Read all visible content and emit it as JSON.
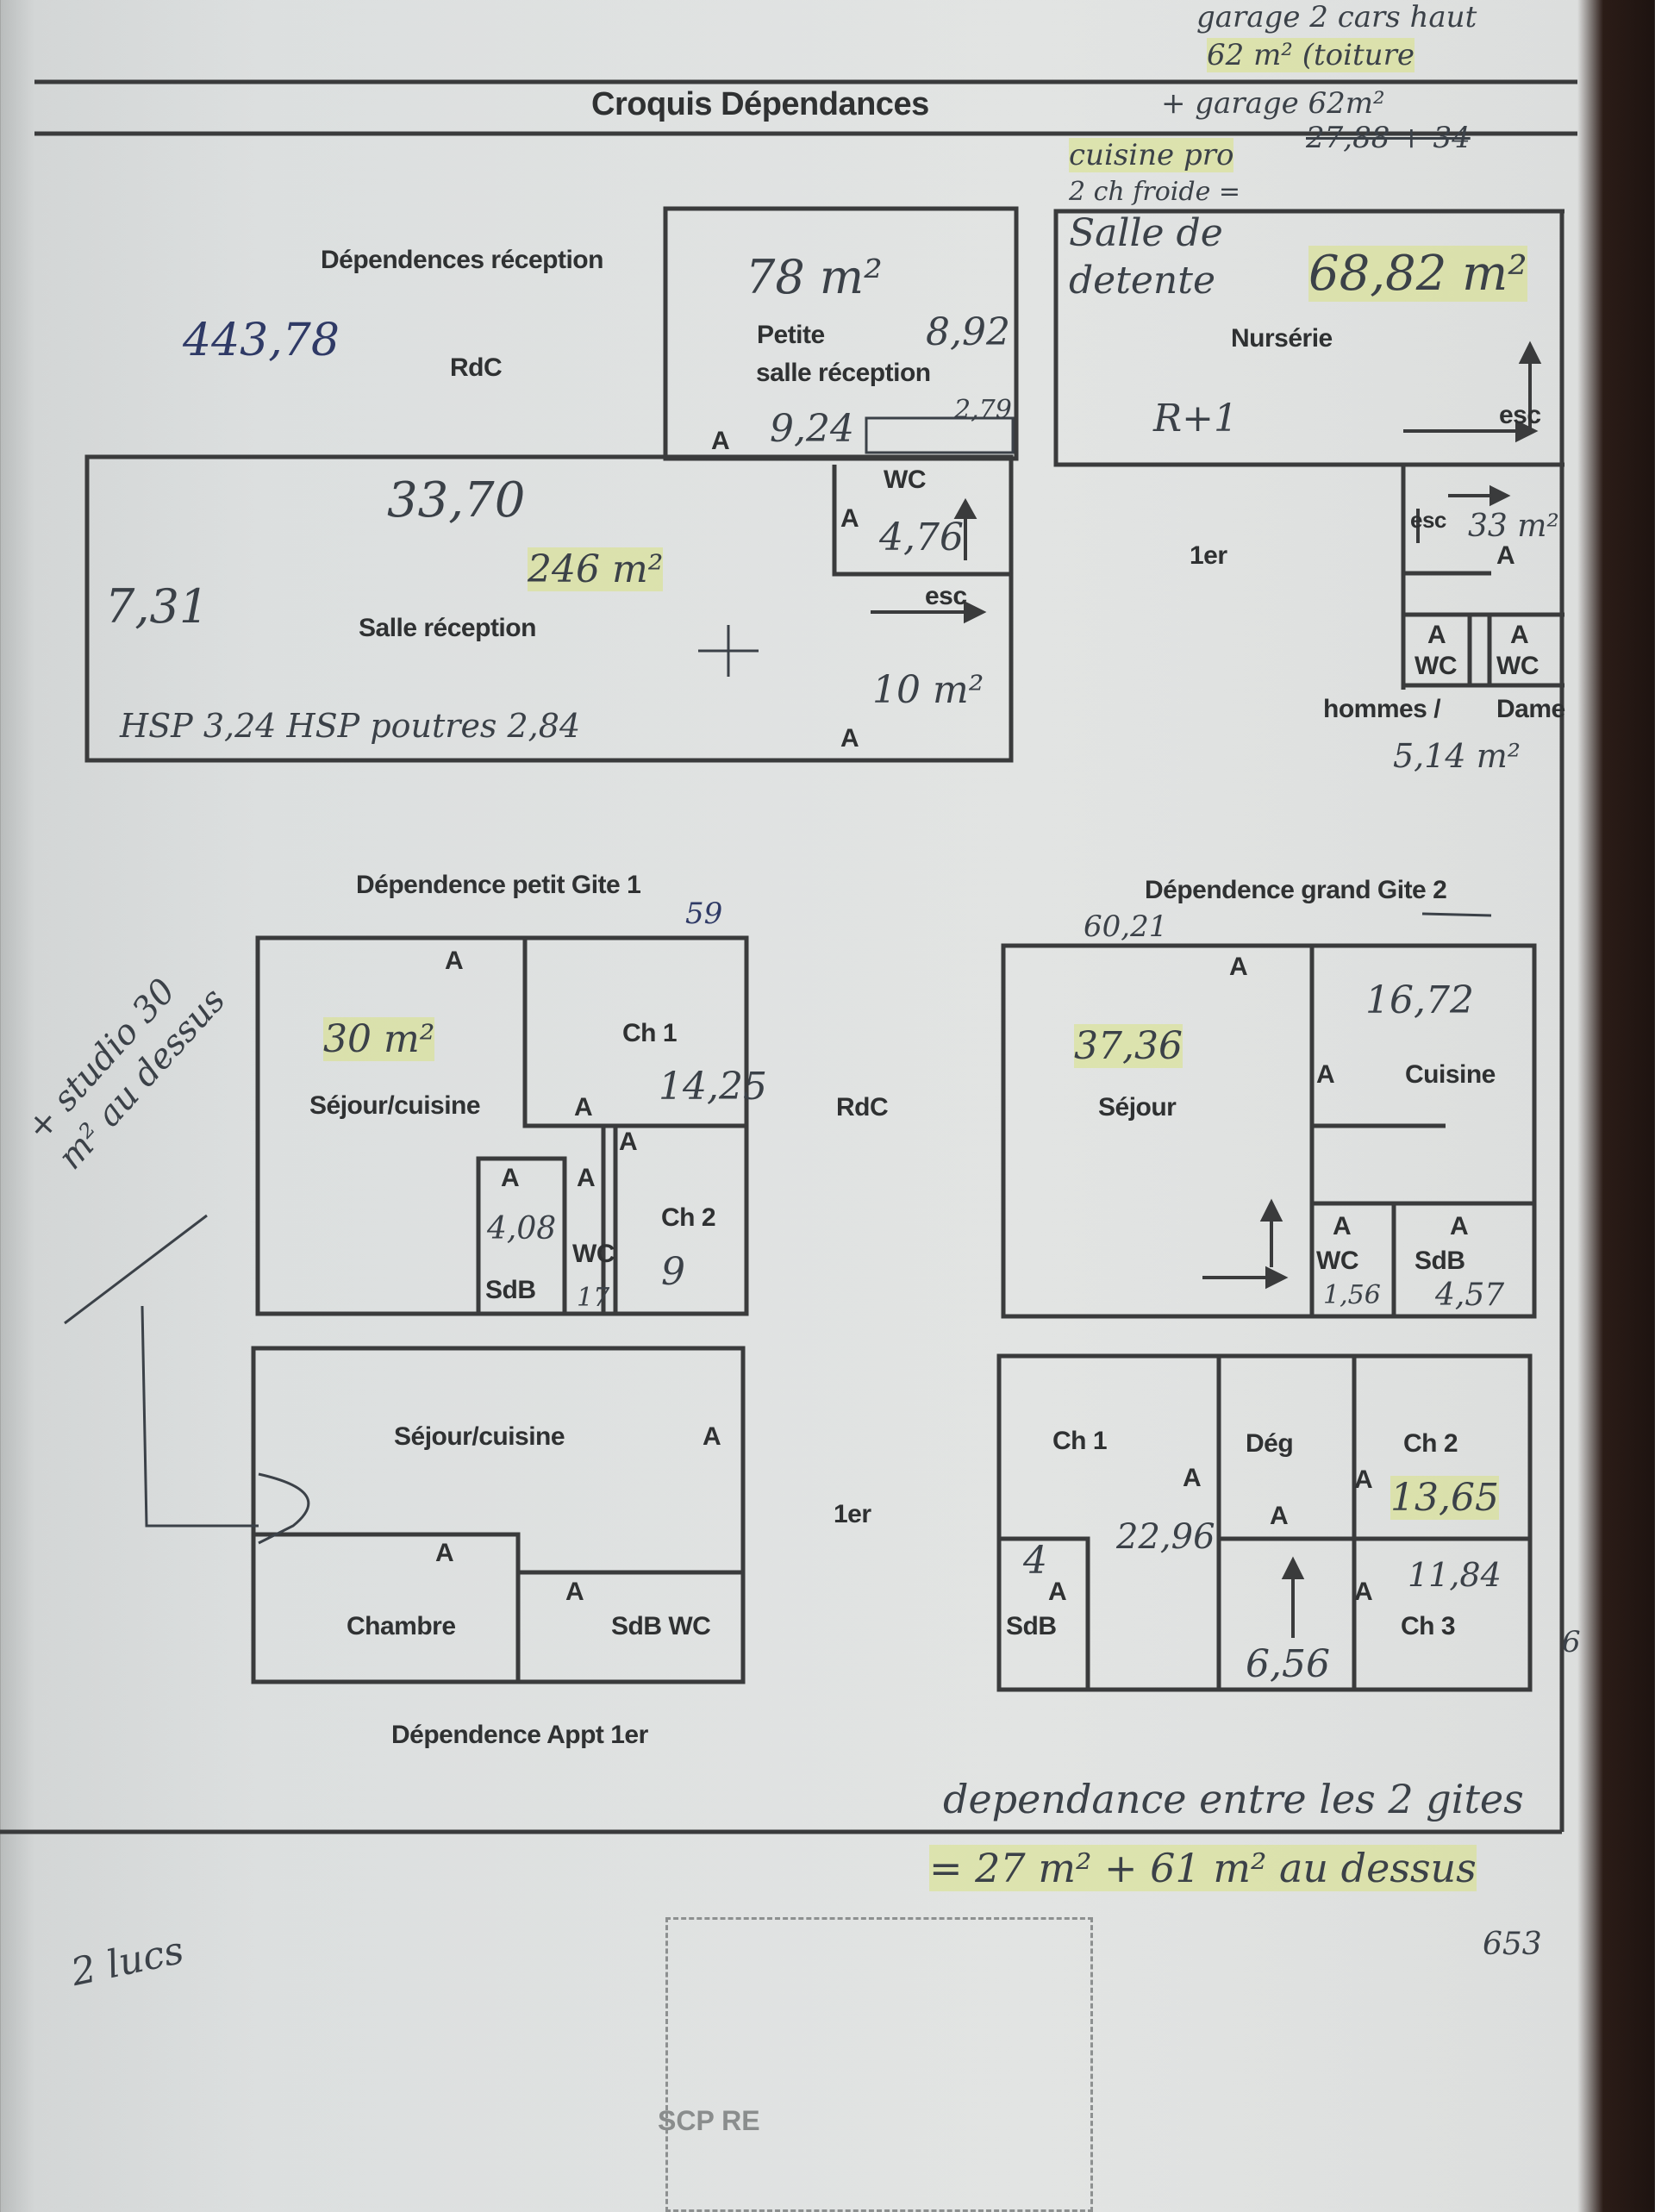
{
  "document": {
    "title": "Croquis Dépendances"
  },
  "printed_labels": [
    "Dépendences réception",
    "RdC",
    "Petite",
    "salle réception",
    "A",
    "WC",
    "A",
    "esc",
    "Salle réception",
    "A",
    "Nursérie",
    "esc",
    "1er",
    "esc",
    "A",
    "A",
    "WC",
    "A",
    "WC",
    "hommes /",
    "Dame",
    "Dépendence petit Gite 1",
    "A",
    "Ch 1",
    "Séjour/cuisine",
    "A",
    "A",
    "A",
    "A",
    "Ch 2",
    "WC",
    "SdB",
    "RdC",
    "Dépendence grand Gite 2",
    "A",
    "A",
    "Cuisine",
    "Séjour",
    "A",
    "WC",
    "A",
    "SdB",
    "Séjour/cuisine",
    "A",
    "1er",
    "A",
    "A",
    "Chambre",
    "SdB WC",
    "Dépendence Appt 1er",
    "Ch 1",
    "A",
    "Dég",
    "A",
    "Ch 2",
    "A",
    "A",
    "SdB",
    "A",
    "Ch 3"
  ],
  "handwritten_notes": [
    "garage 2 cars haut",
    "62 m² (toiture",
    "+ garage 62m²",
    "cuisine pro",
    "27,88 + 34",
    "2 ch froide =",
    "Salle de",
    "detente",
    "68,82 m²",
    "R+1",
    "443,78",
    "78 m²",
    "8,92",
    "9,24",
    "2,79",
    "33,70",
    "4,76",
    "246 m²",
    "7,31",
    "10 m²",
    "HSP 3,24   HSP poutres 2,84",
    "33 m²",
    "5,14 m²",
    "59",
    "60,21",
    "30 m²",
    "14,25",
    "4,08",
    "17",
    "9",
    "+ studio 30 m² au dessus",
    "37,36",
    "16,72",
    "1,56",
    "4,57",
    "22,96",
    "13,65",
    "11,84",
    "4",
    "6,56",
    "6",
    "dependance entre les 2 gites",
    "= 27 m² + 61 m² au dessus",
    "653",
    "2 lucs"
  ],
  "stamp": {
    "text": "SCP RE"
  },
  "colors": {
    "paper": "#dcdfdf",
    "ink": "#2f3132",
    "pencil": "#3b4148",
    "highlight": "#d6e26e"
  }
}
